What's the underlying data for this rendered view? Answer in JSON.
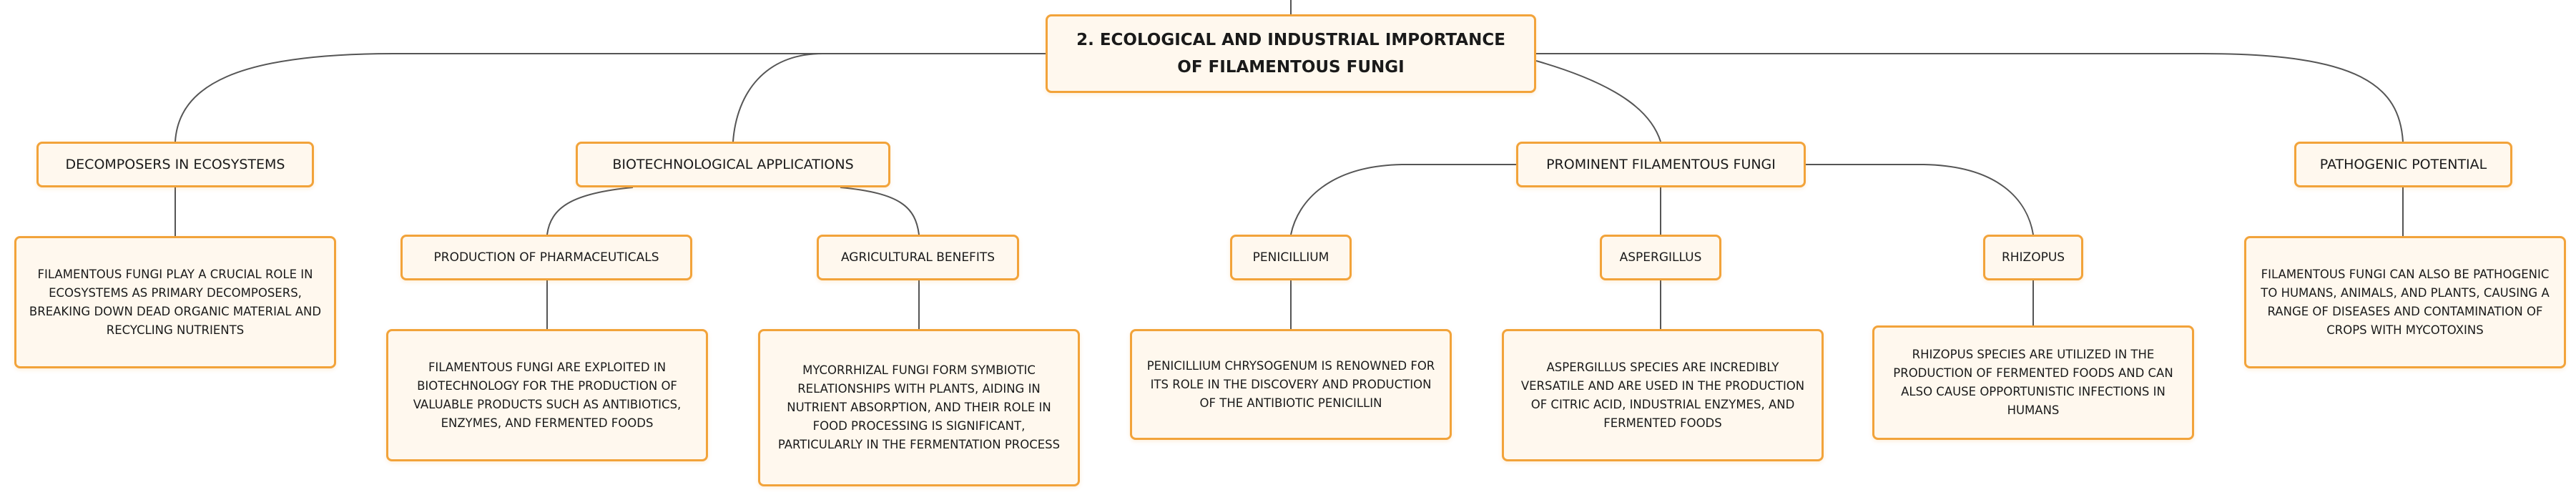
{
  "root": {
    "title": "2. Ecological and Industrial Importance of Filamentous Fungi"
  },
  "branches": {
    "decomposers": {
      "label": "Decomposers in Ecosystems",
      "text": "Filamentous fungi play a crucial role in ecosystems as primary decomposers, breaking down dead organic material and recycling nutrients"
    },
    "biotech": {
      "label": "Biotechnological Applications",
      "pharma": {
        "label": "Production of Pharmaceuticals",
        "text": "Filamentous fungi are exploited in biotechnology for the production of valuable products such as antibiotics, enzymes, and fermented foods"
      },
      "agri": {
        "label": "Agricultural Benefits",
        "text": "Mycorrhizal fungi form symbiotic relationships with plants, aiding in nutrient absorption, and their role in food processing is significant, particularly in the fermentation process"
      }
    },
    "prominent": {
      "label": "Prominent Filamentous Fungi",
      "penicillium": {
        "label": "Penicillium",
        "text": "Penicillium chrysogenum is renowned for its role in the discovery and production of the antibiotic penicillin"
      },
      "aspergillus": {
        "label": "Aspergillus",
        "text": "Aspergillus species are incredibly versatile and are used in the production of citric acid, industrial enzymes, and fermented foods"
      },
      "rhizopus": {
        "label": "Rhizopus",
        "text": "Rhizopus species are utilized in the production of fermented foods and can also cause opportunistic infections in humans"
      }
    },
    "pathogenic": {
      "label": "Pathogenic Potential",
      "text": "Filamentous fungi can also be pathogenic to humans, animals, and plants, causing a range of diseases and contamination of crops with mycotoxins"
    }
  },
  "colors": {
    "border": "#f2a33a",
    "fill": "#fff8ee",
    "line": "#555555"
  }
}
